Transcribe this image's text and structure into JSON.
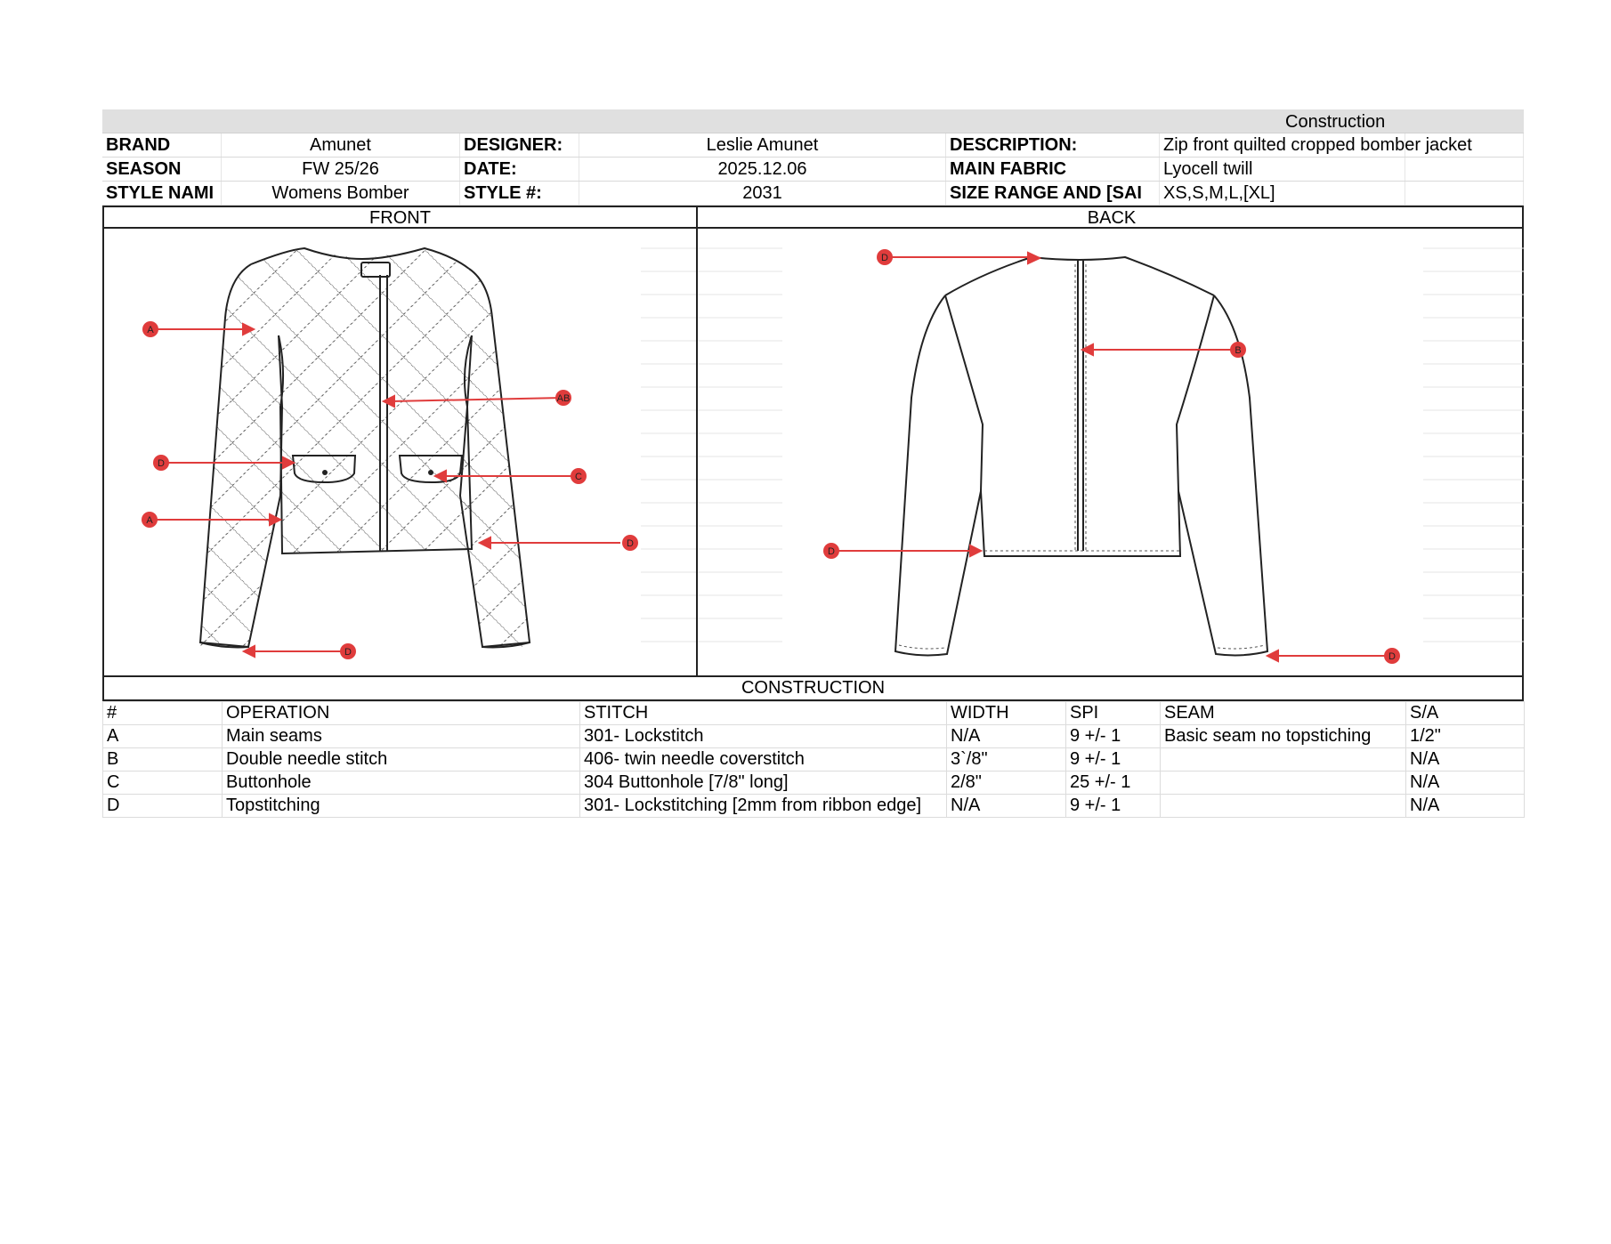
{
  "header": {
    "section_title": "Construction",
    "brand_label": "BRAND",
    "brand_value": "Amunet",
    "designer_label": "DESIGNER:",
    "designer_value": "Leslie Amunet",
    "description_label": "DESCRIPTION:",
    "description_value": "Zip front quilted cropped bomber jacket",
    "season_label": "SEASON",
    "season_value": "FW 25/26",
    "date_label": "DATE:",
    "date_value": "2025.12.06",
    "main_fabric_label": "MAIN FABRIC",
    "main_fabric_value": "Lyocell twill",
    "style_name_label": "STYLE NAMI",
    "style_name_value": "Womens Bomber",
    "style_num_label": "STYLE #:",
    "style_num_value": "2031",
    "size_range_label": "SIZE RANGE AND [SAI",
    "size_range_value": "XS,S,M,L,[XL]"
  },
  "views": {
    "front_label": "FRONT",
    "back_label": "BACK",
    "front_callouts": [
      "A",
      "AB",
      "D",
      "C",
      "A",
      "D",
      "D"
    ],
    "back_callouts": [
      "D",
      "B",
      "D",
      "D"
    ],
    "callout_color": "#e03c3c"
  },
  "construction": {
    "title": "CONSTRUCTION",
    "columns": [
      "#",
      "OPERATION",
      "STITCH",
      "WIDTH",
      "SPI",
      "SEAM",
      "S/A"
    ],
    "rows": [
      {
        "id": "A",
        "operation": "Main seams",
        "stitch": "301- Lockstitch",
        "width": "N/A",
        "spi": "9 +/- 1",
        "seam": "Basic seam no topstiching",
        "sa": "1/2\""
      },
      {
        "id": "B",
        "operation": "Double needle stitch",
        "stitch": "406- twin needle coverstitch",
        "width": "3`/8\"",
        "spi": "9 +/- 1",
        "seam": "",
        "sa": "N/A"
      },
      {
        "id": "C",
        "operation": "Buttonhole",
        "stitch": "304 Buttonhole [7/8\" long]",
        "width": "2/8\"",
        "spi": "25 +/- 1",
        "seam": "",
        "sa": "N/A"
      },
      {
        "id": "D",
        "operation": "Topstitching",
        "stitch": "301- Lockstitching [2mm from ribbon edge]",
        "width": "N/A",
        "spi": "9 +/- 1",
        "seam": "",
        "sa": "N/A"
      }
    ]
  }
}
